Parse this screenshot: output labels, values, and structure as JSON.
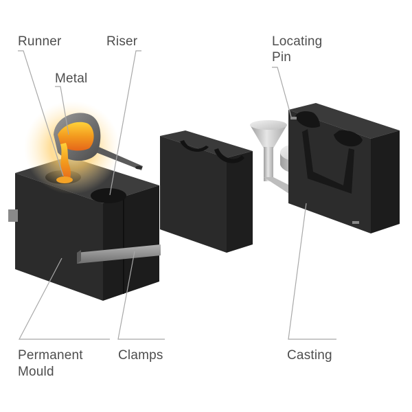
{
  "labels": {
    "runner": "Runner",
    "riser": "Riser",
    "metal": "Metal",
    "locating_pin_line1": "Locating",
    "locating_pin_line2": "Pin",
    "permanent_mould_line1": "Permanent",
    "permanent_mould_line2": "Mould",
    "clamps": "Clamps",
    "casting": "Casting"
  },
  "colors": {
    "mould_front": "#2c2c2c",
    "mould_side": "#1b1b1b",
    "mould_top": "#3a3a3a",
    "clamp_metal": "#8e8e8e",
    "molten_metal": "#f0901c",
    "glow": "#ffcf6b",
    "casting_metal": "#c9c9c9",
    "leader_line": "#a8a8a8",
    "label_text": "#4d4d4d"
  }
}
